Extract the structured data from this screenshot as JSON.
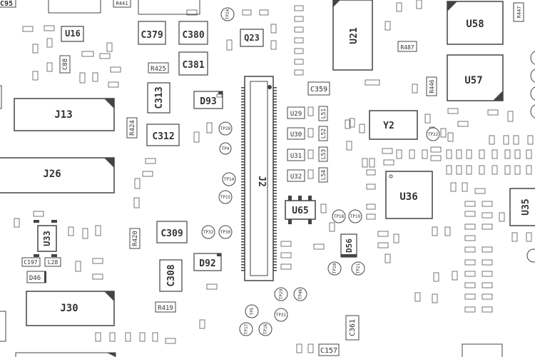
{
  "colors": {
    "background": "#ffffff",
    "outline": "#444444",
    "text": "#333333",
    "pin": "#444444"
  },
  "connectors": {
    "j12": "J2"
  },
  "ics": {
    "u16": "U16",
    "u21": "U21",
    "u58": "U58",
    "u57": "U57",
    "u36": "U36",
    "u35": "U35",
    "u65": "U65",
    "u33": "U33",
    "y2": "Y2",
    "q23": "Q23"
  },
  "headers": {
    "j13": "J13",
    "j26": "J26",
    "j30": "J30"
  },
  "caps": {
    "c379": "C379",
    "c380": "C380",
    "c381": "C381",
    "c313": "C313",
    "c312": "C312",
    "c309": "C309",
    "c308": "C308",
    "c359": "C359",
    "c361": "C361",
    "c157": "C157",
    "c197": "C197",
    "c88": "C88"
  },
  "diodes": {
    "d93": "D93",
    "d92": "D92",
    "d46": "D46",
    "d56": "D56"
  },
  "resistors": {
    "r441": "R441",
    "r425": "R425",
    "r424": "R424",
    "r420": "R420",
    "r419": "R419",
    "r487": "R487",
    "r446": "R446"
  },
  "small_ics": {
    "u29": "U29",
    "u30": "U30",
    "u31": "U31",
    "u32": "U32"
  },
  "inductors": {
    "l51": "L51",
    "l52": "L52",
    "l53": "L53",
    "l54": "L54",
    "l28": "L28"
  },
  "testpoints": {
    "tp24": "TP24",
    "tp28": "TP28",
    "tp4": "TP4",
    "tp14": "TP14",
    "tp15": "TP15",
    "tp32": "TP32",
    "tp30": "TP30",
    "tp18": "TP18",
    "tp19": "TP19",
    "tp20": "TP20",
    "tp21": "TP21",
    "tp22": "TP22",
    "tp29": "TP29",
    "tp46": "TP46",
    "tp5": "TP5",
    "tp31": "TP31",
    "tp17": "TP17",
    "tp16": "TP16"
  },
  "partial": {
    "c95": "C95",
    "r447": "R447"
  }
}
